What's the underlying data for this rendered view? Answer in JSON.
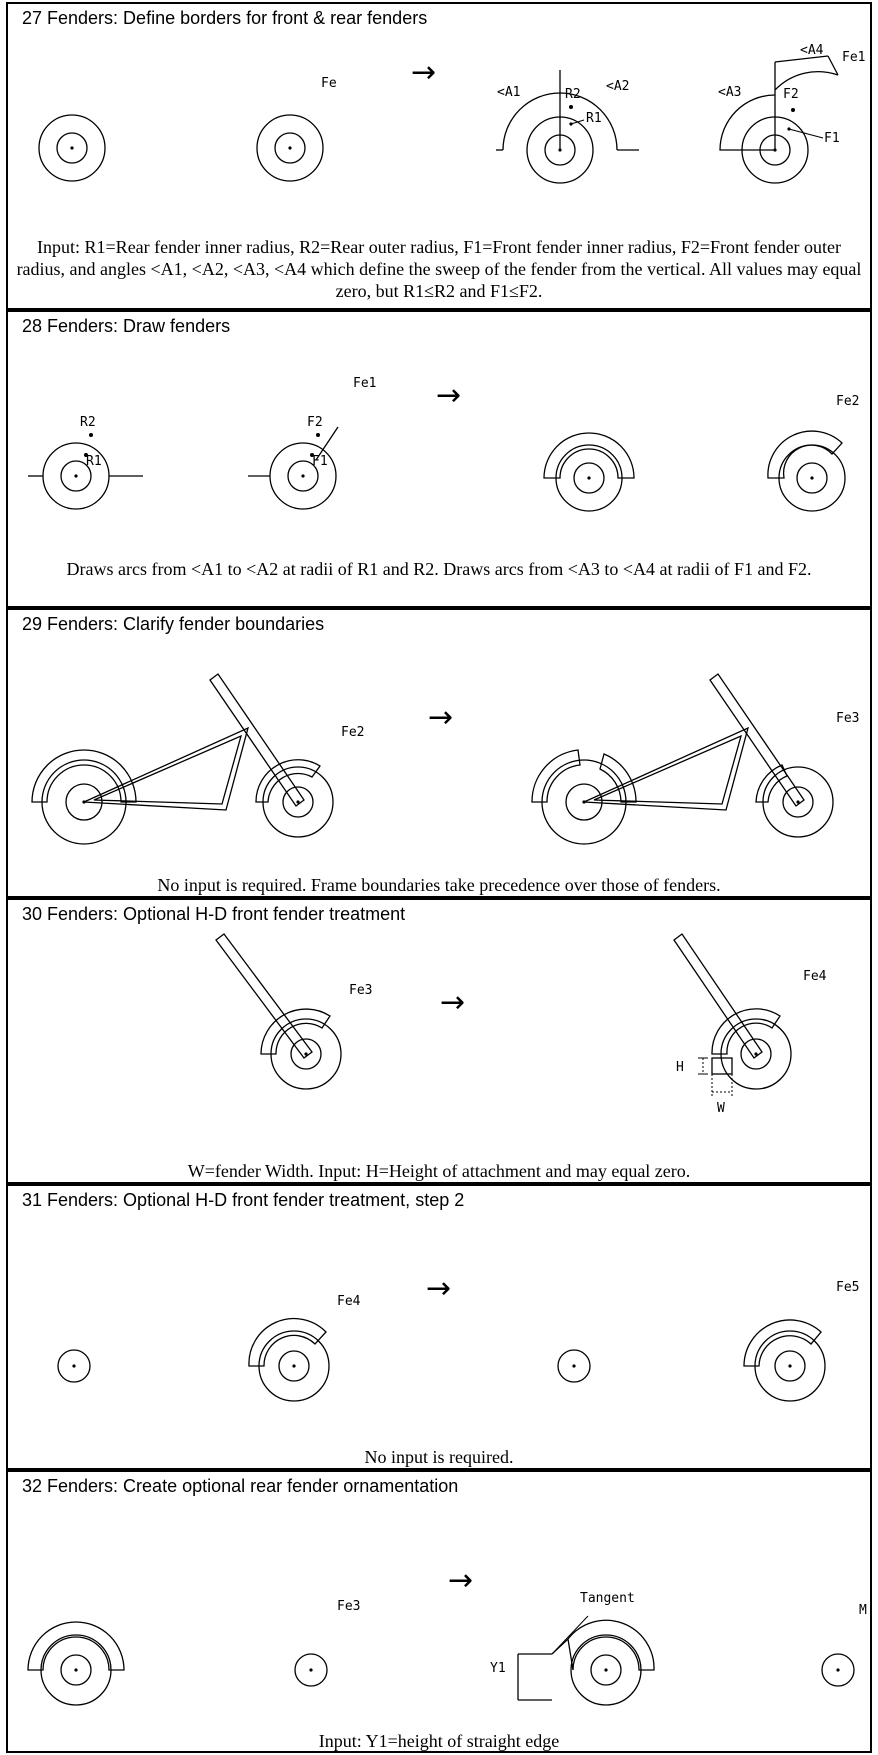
{
  "panels": [
    {
      "title": "27  Fenders:  Define borders for front & rear fenders",
      "caption": "Input:  R1=Rear fender inner radius, R2=Rear outer radius, F1=Front fender inner radius, F2=Front fender outer radius, and angles <A1, <A2, <A3, <A4 which define the sweep of the fender from the vertical.  All values may equal zero, but R1≤R2 and F1≤F2.",
      "labels": {
        "state_before": "Fe",
        "state_after": "Fe1",
        "a1": "<A1",
        "a2": "<A2",
        "a3": "<A3",
        "a4": "<A4",
        "r1": "R1",
        "r2": "R2",
        "f1": "F1",
        "f2": "F2"
      }
    },
    {
      "title": "28  Fenders:  Draw fenders",
      "caption": "Draws arcs from <A1 to <A2 at radii of R1 and R2.  Draws arcs from <A3 to <A4 at radii of F1 and F2.",
      "labels": {
        "state_before": "Fe1",
        "state_after": "Fe2",
        "r1": "R1",
        "r2": "R2",
        "f1": "F1",
        "f2": "F2"
      }
    },
    {
      "title": "29  Fenders:  Clarify fender boundaries",
      "caption": "No input is required.  Frame boundaries take precedence over those of fenders.",
      "labels": {
        "state_before": "Fe2",
        "state_after": "Fe3"
      }
    },
    {
      "title": "30  Fenders:  Optional H-D front fender treatment",
      "caption": "W=fender Width.    Input:  H=Height of attachment and may equal zero.",
      "labels": {
        "state_before": "Fe3",
        "state_after": "Fe4",
        "h": "H",
        "w": "W"
      }
    },
    {
      "title": "31  Fenders:  Optional H-D front fender treatment, step 2",
      "caption": "No input is required.",
      "labels": {
        "state_before": "Fe4",
        "state_after": "Fe5"
      }
    },
    {
      "title": "32  Fenders:  Create optional rear fender ornamentation",
      "caption": "Input:  Y1=height of straight edge",
      "labels": {
        "state_before": "Fe3",
        "state_after": "M",
        "tangent": "Tangent",
        "y1": "Y1"
      }
    }
  ],
  "arrow_glyph": "→",
  "colors": {
    "ink": "#000000",
    "paper": "#ffffff"
  }
}
